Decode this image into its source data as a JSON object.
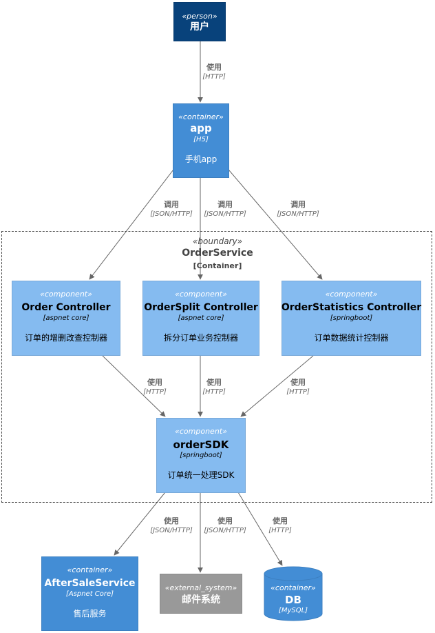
{
  "person": {
    "stereotype": "«person»",
    "name": "用户"
  },
  "app": {
    "stereotype": "«container»",
    "name": "app",
    "tech": "[H5]",
    "desc": "手机app"
  },
  "boundary": {
    "stereotype": "«boundary»",
    "name": "OrderService",
    "type": "[Container]"
  },
  "order_controller": {
    "stereotype": "«component»",
    "name": "Order Controller",
    "tech": "[aspnet core]",
    "desc": "订单的增删改查控制器"
  },
  "ordersplit_controller": {
    "stereotype": "«component»",
    "name": "OrderSplit Controller",
    "tech": "[aspnet core]",
    "desc": "拆分订单业务控制器"
  },
  "orderstatistics_controller": {
    "stereotype": "«component»",
    "name": "OrderStatistics Controller",
    "tech": "[springboot]",
    "desc": "订单数据统计控制器"
  },
  "ordersdk": {
    "stereotype": "«component»",
    "name": "orderSDK",
    "tech": "[springboot]",
    "desc": "订单统一处理SDK"
  },
  "aftersale": {
    "stereotype": "«container»",
    "name": "AfterSaleService",
    "tech": "[Aspnet Core]",
    "desc": "售后服务"
  },
  "mail": {
    "stereotype": "«external_system»",
    "name": "邮件系统"
  },
  "db": {
    "stereotype": "«container»",
    "name": "DB",
    "tech": "[MySQL]"
  },
  "relations": [
    {
      "label": "使用",
      "tech": "[HTTP]"
    },
    {
      "label": "调用",
      "tech": "[JSON/HTTP]"
    },
    {
      "label": "调用",
      "tech": "[JSON/HTTP]"
    },
    {
      "label": "调用",
      "tech": "[JSON/HTTP]"
    },
    {
      "label": "使用",
      "tech": "[HTTP]"
    },
    {
      "label": "使用",
      "tech": "[HTTP]"
    },
    {
      "label": "使用",
      "tech": "[HTTP]"
    },
    {
      "label": "使用",
      "tech": "[JSON/HTTP]"
    },
    {
      "label": "使用",
      "tech": "[JSON/HTTP]"
    },
    {
      "label": "使用",
      "tech": "[HTTP]"
    }
  ],
  "colors": {
    "person": "#08427b",
    "container": "#438dd5",
    "component": "#85bbf0",
    "external": "#999999",
    "arrow": "#666666"
  }
}
